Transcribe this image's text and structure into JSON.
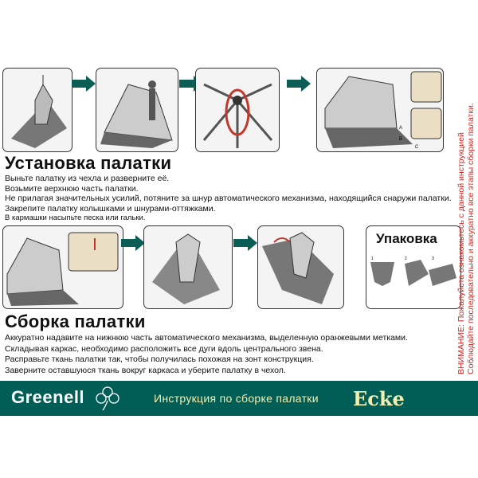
{
  "setup": {
    "title": "Установка палатки",
    "steps": [
      "Выньте палатку из чехла и разверните её.",
      "Возьмите верхнюю часть палатки.",
      "Не прилагая значительных усилий, потяните за шнур автоматического механизма, находящийся снаружи палатки.",
      "Закрепите палатку колышками и шнурами-оттяжками.",
      "В кармашки насыпьте песка или гальки."
    ],
    "diagram_labels": [
      "A",
      "B",
      "C"
    ]
  },
  "packing": {
    "title": "Упаковка",
    "step_numbers": [
      "1",
      "2",
      "3"
    ]
  },
  "folding": {
    "title": "Сборка палатки",
    "steps": [
      "Аккуратно надавите на нижнюю часть автоматического механизма, выделенную оранжевыми метками.",
      "Складывая каркас, необходимо расположить все дуги вдоль центрального звена.",
      "Расправьте ткань палатки так, чтобы получилась похожая на зонт конструкция.",
      "Заверните оставшуюся ткань вокруг каркаса и уберите палатку в чехол."
    ]
  },
  "warning": {
    "line1": "ВНИМАНИЕ: Пожалуйста ознакомьтесь с данной инструкцией",
    "line2": "Соблюдайте последовательно и аккуратно все этапы сборки палатки."
  },
  "footer": {
    "brand": "Greenell",
    "title": "Инструкция по сборке палатки",
    "model": "Ecke"
  },
  "colors": {
    "accent_red": "#e0231c",
    "footer_bg": "#005e56",
    "arrow": "#0b5e55"
  }
}
